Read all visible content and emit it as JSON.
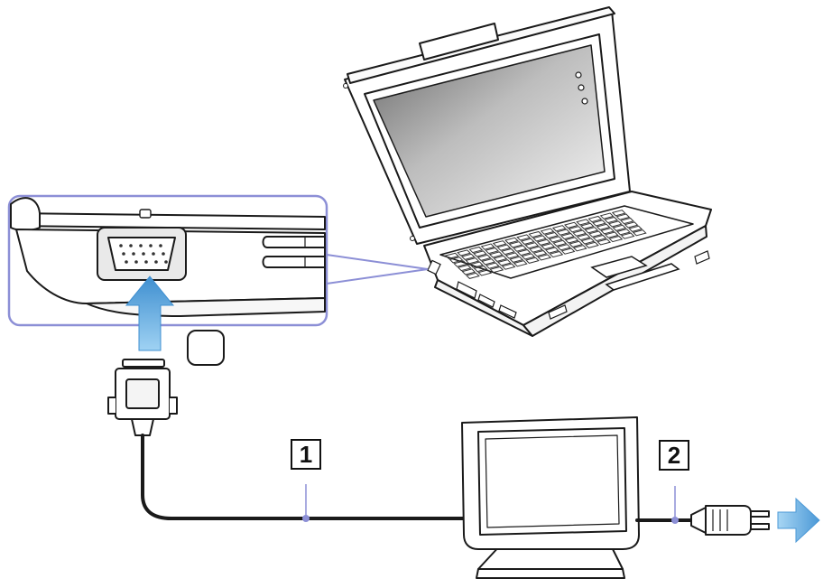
{
  "callouts": [
    {
      "id": "monitor-cable",
      "label": "1"
    },
    {
      "id": "power-cord",
      "label": "2"
    }
  ],
  "colors": {
    "line": "#1a1a1a",
    "zoom_frame": "#8c8fd6",
    "screen_dark": "#6f6f6f",
    "screen_light": "#f2f2f2",
    "arrow": "#6fb3e6"
  },
  "icons": [
    "laptop-icon",
    "vga-port-icon",
    "connection-arrow-icon",
    "vga-connector-icon",
    "monitor-icon",
    "power-plug-icon",
    "power-direction-arrow-icon"
  ]
}
